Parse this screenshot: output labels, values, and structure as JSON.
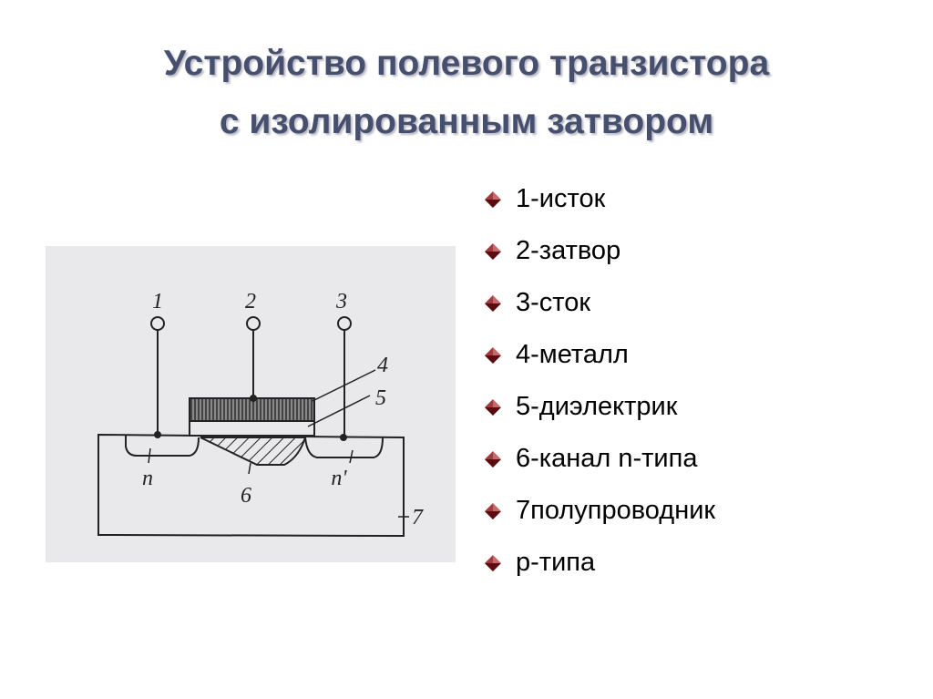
{
  "title": {
    "line1": "Устройство полевого транзистора",
    "line2": "с изолированным затвором"
  },
  "bullets": [
    {
      "text": "1-исток"
    },
    {
      "text": "2-затвор"
    },
    {
      "text": "3-сток"
    },
    {
      "text": "4-металл"
    },
    {
      "text": "5-диэлектрик"
    },
    {
      "text": "6-канал n-типа"
    },
    {
      "text": "7полупроводник"
    },
    {
      "text": "р-типа"
    }
  ],
  "diagram": {
    "labels": {
      "t1": "1",
      "t2": "2",
      "t3": "3",
      "l4": "4",
      "l5": "5",
      "l6": "6",
      "l7": "7",
      "n": "n",
      "n_prime": "n'"
    }
  },
  "colors": {
    "title": "#46506e",
    "bullet": "#7a1418"
  }
}
